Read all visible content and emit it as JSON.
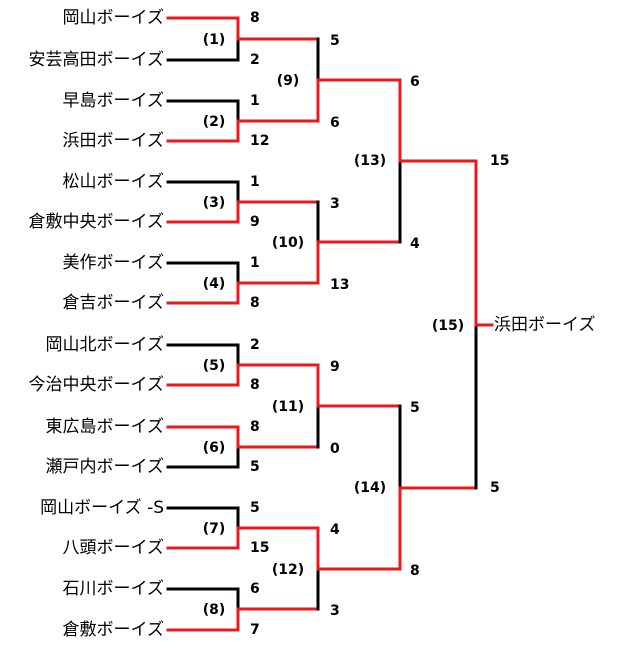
{
  "colors": {
    "win": "#e8191f",
    "lose": "#000000"
  },
  "teams": [
    "岡山ボーイズ",
    "安芸高田ボーイズ",
    "早島ボーイズ",
    "浜田ボーイズ",
    "松山ボーイズ",
    "倉敷中央ボーイズ",
    "美作ボーイズ",
    "倉吉ボーイズ",
    "岡山北ボーイズ",
    "今治中央ボーイズ",
    "東広島ボーイズ",
    "瀬戸内ボーイズ",
    "岡山ボーイズ -S",
    "八頭ボーイズ",
    "石川ボーイズ",
    "倉敷ボーイズ"
  ],
  "r1": [
    {
      "label": "(1)",
      "scores": [
        "8",
        "2"
      ],
      "winner": 0
    },
    {
      "label": "(2)",
      "scores": [
        "1",
        "12"
      ],
      "winner": 1
    },
    {
      "label": "(3)",
      "scores": [
        "1",
        "9"
      ],
      "winner": 1
    },
    {
      "label": "(4)",
      "scores": [
        "1",
        "8"
      ],
      "winner": 1
    },
    {
      "label": "(5)",
      "scores": [
        "2",
        "8"
      ],
      "winner": 1
    },
    {
      "label": "(6)",
      "scores": [
        "8",
        "5"
      ],
      "winner": 0
    },
    {
      "label": "(7)",
      "scores": [
        "5",
        "15"
      ],
      "winner": 1
    },
    {
      "label": "(8)",
      "scores": [
        "6",
        "7"
      ],
      "winner": 1
    }
  ],
  "r2": [
    {
      "label": "(9)",
      "scores": [
        "5",
        "6"
      ],
      "winner": 1
    },
    {
      "label": "(10)",
      "scores": [
        "3",
        "13"
      ],
      "winner": 1
    },
    {
      "label": "(11)",
      "scores": [
        "9",
        "0"
      ],
      "winner": 0
    },
    {
      "label": "(12)",
      "scores": [
        "4",
        "3"
      ],
      "winner": 0
    }
  ],
  "r3": [
    {
      "label": "(13)",
      "scores": [
        "6",
        "4"
      ],
      "winner": 0
    },
    {
      "label": "(14)",
      "scores": [
        "5",
        "8"
      ],
      "winner": 1
    }
  ],
  "final": {
    "label": "(15)",
    "scores": [
      "15",
      "5"
    ],
    "winner": 0,
    "champion": "浜田ボーイズ"
  }
}
